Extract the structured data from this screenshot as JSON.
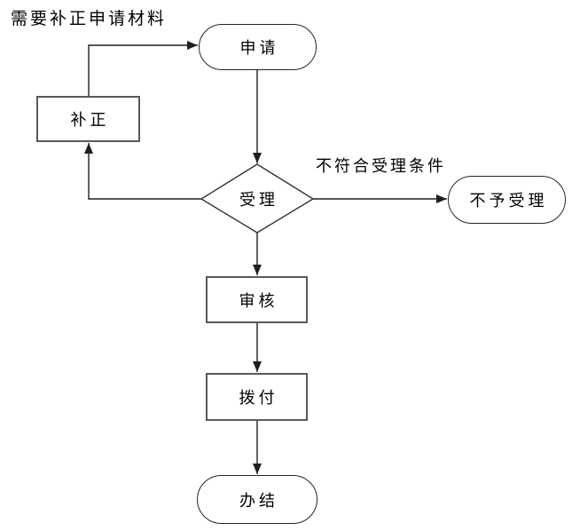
{
  "diagram": {
    "title": "需要补正申请材料",
    "nodes": {
      "apply": {
        "label": "申请",
        "shape": "stadium"
      },
      "supplement": {
        "label": "补正",
        "shape": "rectangle"
      },
      "accept": {
        "label": "受理",
        "shape": "diamond"
      },
      "reject": {
        "label": "不予受理",
        "shape": "stadium"
      },
      "review": {
        "label": "审核",
        "shape": "rectangle"
      },
      "disburse": {
        "label": "拨付",
        "shape": "rectangle"
      },
      "complete": {
        "label": "办结",
        "shape": "stadium"
      }
    },
    "edge_labels": {
      "not_meet_conditions": "不符合受理条件"
    },
    "flow": [
      "apply -> accept",
      "accept -> reject (不符合受理条件)",
      "accept -> supplement (需要补正申请材料)",
      "supplement -> apply",
      "accept -> review",
      "review -> disburse",
      "disburse -> complete"
    ],
    "colors": {
      "background": "#ffffff",
      "line": "#1f1f1f",
      "rect_border": "#595959",
      "stadium_border": "#262626",
      "text": "#000000"
    }
  }
}
